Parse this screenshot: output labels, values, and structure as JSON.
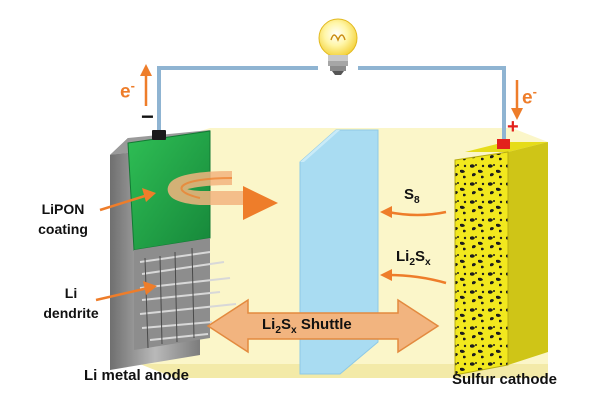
{
  "labels": {
    "electron_left": {
      "base": "e",
      "sup": "-"
    },
    "electron_right": {
      "base": "e",
      "sup": "-"
    },
    "minus_sign": "−",
    "plus_sign": "+",
    "lipon_line1": "LiPON",
    "lipon_line2": "coating",
    "li_line1": "Li",
    "li_line2": "dendrite",
    "s8": {
      "base": "S",
      "sub": "8"
    },
    "li2sx": {
      "p1": "Li",
      "sub1": "2",
      "p2": "S",
      "sub2": "x"
    },
    "shuttle": {
      "p1": "Li",
      "sub1": "2",
      "p2": "S",
      "sub2": "x",
      "p3": " Shuttle"
    },
    "anode": "Li metal anode",
    "cathode": "Sulfur cathode"
  },
  "colors": {
    "electrolyte": "#fbf6c9",
    "wire": "#8fb4d2",
    "arrow_orange": "#ee7d2a",
    "shuttle_arrow": "#f2b47f",
    "separator": "#a9dcf2",
    "lipon": "#22a742",
    "anode_metal": "#8a8a8a",
    "cathode_sulfur": "#f2e81e",
    "terminal_negative": "#1a1a1a",
    "terminal_positive": "#e3211c",
    "bulb_glass": "#fff39c"
  },
  "icons": [
    "lightbulb-icon",
    "electron-flow-arrow-up",
    "electron-flow-arrow-down",
    "curved-arrow"
  ]
}
